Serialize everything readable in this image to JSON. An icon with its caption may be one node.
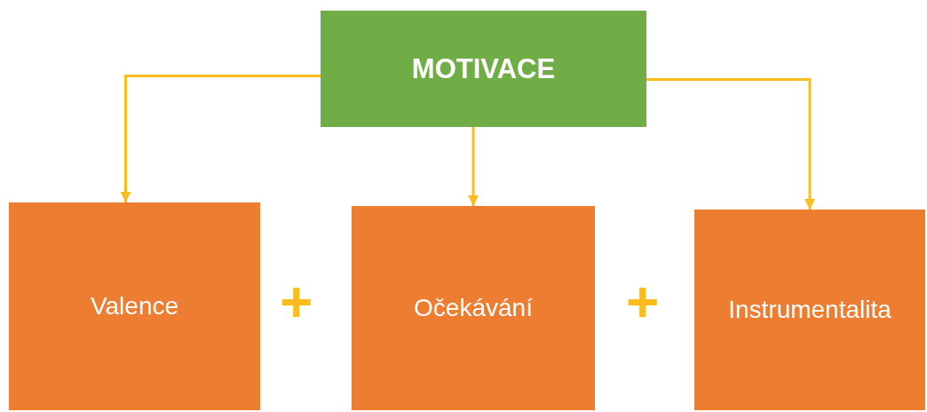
{
  "diagram": {
    "nodes": [
      {
        "text": [
          "MOTIVACE"
        ]
      },
      {
        "text": [
          "Valence"
        ]
      },
      {
        "text": [
          "Očekávání"
        ]
      },
      {
        "text": [
          "Instrumentalita"
        ]
      }
    ],
    "edges": [
      {
        "from": 0,
        "to": 1,
        "arrow": "to"
      },
      {
        "from": 0,
        "to": 2,
        "arrow": "to"
      },
      {
        "from": 0,
        "to": 3,
        "arrow": "to"
      }
    ],
    "labels": [
      "+",
      "+"
    ]
  }
}
